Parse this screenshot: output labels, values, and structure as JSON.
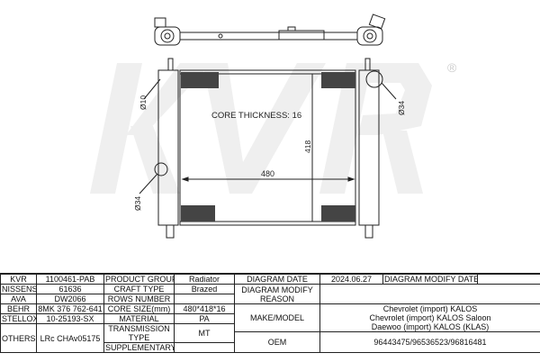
{
  "watermark": {
    "brand": "KVR",
    "registered": "®"
  },
  "drawing": {
    "core_thickness": "CORE THICKNESS: 16",
    "width_dim": "480",
    "height_dim": "418",
    "inlet_dia": "Ø10",
    "outlet_dia_right": "Ø34",
    "outlet_dia_left": "Ø34"
  },
  "spec": {
    "r1": [
      "KVR",
      "1100461-PAB",
      "PRODUCT GROUP",
      "Radiator",
      "DIAGRAM DATE",
      "2024.06.27",
      "DIAGRAM MODIFY DATE",
      ""
    ],
    "r2": [
      "NISSENS",
      "61636",
      "CRAFT TYPE",
      "Brazed",
      "DIAGRAM MODIFY REASON",
      ""
    ],
    "r3": [
      "AVA",
      "DW2066",
      "ROWS NUMBER",
      ""
    ],
    "r4": [
      "BEHR",
      "8MK 376 762-641",
      "CORE SIZE(mm)",
      "480*418*16",
      "MAKE/MODEL"
    ],
    "make_models": [
      "Chevrolet (import) KALOS",
      "Chevrolet (import) KALOS Saloon",
      "Daewoo (import) KALOS (KLAS)"
    ],
    "r5": [
      "STELLOX",
      "10-25193-SX",
      "MATERIAL",
      "PA"
    ],
    "r6": [
      "OTHERS",
      "LRc CHAv05175",
      "TRANSMISSION TYPE",
      "MT"
    ],
    "r7": [
      "OEM",
      "96443475/96536523/96816481"
    ],
    "r8": [
      "SUPPLEMENTARY",
      ""
    ]
  }
}
